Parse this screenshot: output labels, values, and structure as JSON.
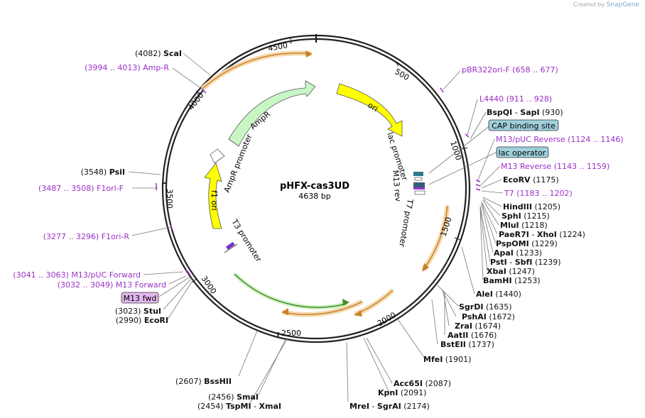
{
  "credit": {
    "prefix": "Created by",
    "brand": "SnapGene"
  },
  "plasmid": {
    "name": "pHFX-cas3UD",
    "length": "4638 bp"
  },
  "ticks": [
    "500",
    "1000",
    "1500",
    "2000",
    "2500",
    "3000",
    "3500",
    "4000",
    "4500"
  ],
  "features": {
    "ori": "ori",
    "ampr": "AmpR",
    "ampr_promoter": "AmpR promoter",
    "f1ori": "f1 ori",
    "lac_promoter": "lac promoter",
    "m13_rev": "M13 rev",
    "t7_promoter": "T7 promoter",
    "t3_promoter": "T3 promoter"
  },
  "left_labels": [
    {
      "pos": "(4082)",
      "name": "ScaI",
      "type": "enzyme"
    },
    {
      "pos": "(3994 .. 4013)",
      "name": "Amp-R",
      "type": "primer"
    },
    {
      "pos": "(3548)",
      "name": "PsiI",
      "type": "enzyme"
    },
    {
      "pos": "(3487 .. 3508)",
      "name": "F1ori-F",
      "type": "primer"
    },
    {
      "pos": "(3277 .. 3296)",
      "name": "F1ori-R",
      "type": "primer"
    },
    {
      "pos": "(3041 .. 3063)",
      "name": "M13/pUC Forward",
      "type": "primer"
    },
    {
      "pos": "(3032 .. 3049)",
      "name": "M13 Forward",
      "type": "primer"
    },
    {
      "pos": "(3023)",
      "name": "StuI",
      "type": "enzyme"
    },
    {
      "pos": "(2990)",
      "name": "EcoRI",
      "type": "enzyme"
    }
  ],
  "m13_fwd_box": "M13 fwd",
  "right_labels": [
    {
      "name": "pBR322ori-F",
      "pos": "(658 .. 677)",
      "type": "primer"
    },
    {
      "name": "L4440",
      "pos": "(911 .. 928)",
      "type": "primer"
    },
    {
      "name": "BspQI",
      "name2": "SapI",
      "pos": "(930)",
      "type": "enzyme"
    },
    {
      "name": "M13/pUC Reverse",
      "pos": "(1124 .. 1146)",
      "type": "primer"
    },
    {
      "name": "M13 Reverse",
      "pos": "(1143 .. 1159)",
      "type": "primer"
    },
    {
      "name": "EcoRV",
      "pos": "(1175)",
      "type": "enzyme"
    },
    {
      "name": "T7",
      "pos": "(1183 .. 1202)",
      "type": "primer"
    },
    {
      "name": "HindIII",
      "pos": "(1205)",
      "type": "enzyme"
    },
    {
      "name": "SphI",
      "pos": "(1215)",
      "type": "enzyme"
    },
    {
      "name": "MluI",
      "pos": "(1218)",
      "type": "enzyme"
    },
    {
      "name": "PaeR7I",
      "name2": "XhoI",
      "pos": "(1224)",
      "type": "enzyme"
    },
    {
      "name": "PspOMI",
      "pos": "(1229)",
      "type": "enzyme"
    },
    {
      "name": "ApaI",
      "pos": "(1233)",
      "type": "enzyme"
    },
    {
      "name": "PstI",
      "name2": "SbfI",
      "pos": "(1239)",
      "type": "enzyme"
    },
    {
      "name": "XbaI",
      "pos": "(1247)",
      "type": "enzyme"
    },
    {
      "name": "BamHI",
      "pos": "(1253)",
      "type": "enzyme"
    },
    {
      "name": "AleI",
      "pos": "(1440)",
      "type": "enzyme"
    },
    {
      "name": "SgrDI",
      "pos": "(1635)",
      "type": "enzyme"
    },
    {
      "name": "PshAI",
      "pos": "(1672)",
      "type": "enzyme"
    },
    {
      "name": "ZraI",
      "pos": "(1674)",
      "type": "enzyme"
    },
    {
      "name": "AatII",
      "pos": "(1676)",
      "type": "enzyme"
    },
    {
      "name": "BstEII",
      "pos": "(1737)",
      "type": "enzyme"
    },
    {
      "name": "MfeI",
      "pos": "(1901)",
      "type": "enzyme"
    },
    {
      "name": "Acc65I",
      "pos": "(2087)",
      "type": "enzyme"
    },
    {
      "name": "KpnI",
      "pos": "(2091)",
      "type": "enzyme"
    },
    {
      "name": "MreI",
      "name2": "SgrAI",
      "pos": "(2174)",
      "type": "enzyme"
    }
  ],
  "feature_boxes": {
    "cap": "CAP binding site",
    "lac_operator": "lac operator"
  },
  "bottom_labels": [
    {
      "pos": "(2607)",
      "name": "BssHII"
    },
    {
      "pos": "(2456)",
      "name": "SmaI"
    },
    {
      "pos": "(2454)",
      "name": "TspMI",
      "name2": "XmaI"
    }
  ],
  "colors": {
    "primer": "#9b30c8",
    "enzyme": "#111111",
    "ori": "#ffff00",
    "ampr": "#c8f7c5",
    "orange": "#e8a34a",
    "green": "#4a9a2a",
    "box": "#9fd0dc",
    "m13box": "#e3b7f0"
  }
}
